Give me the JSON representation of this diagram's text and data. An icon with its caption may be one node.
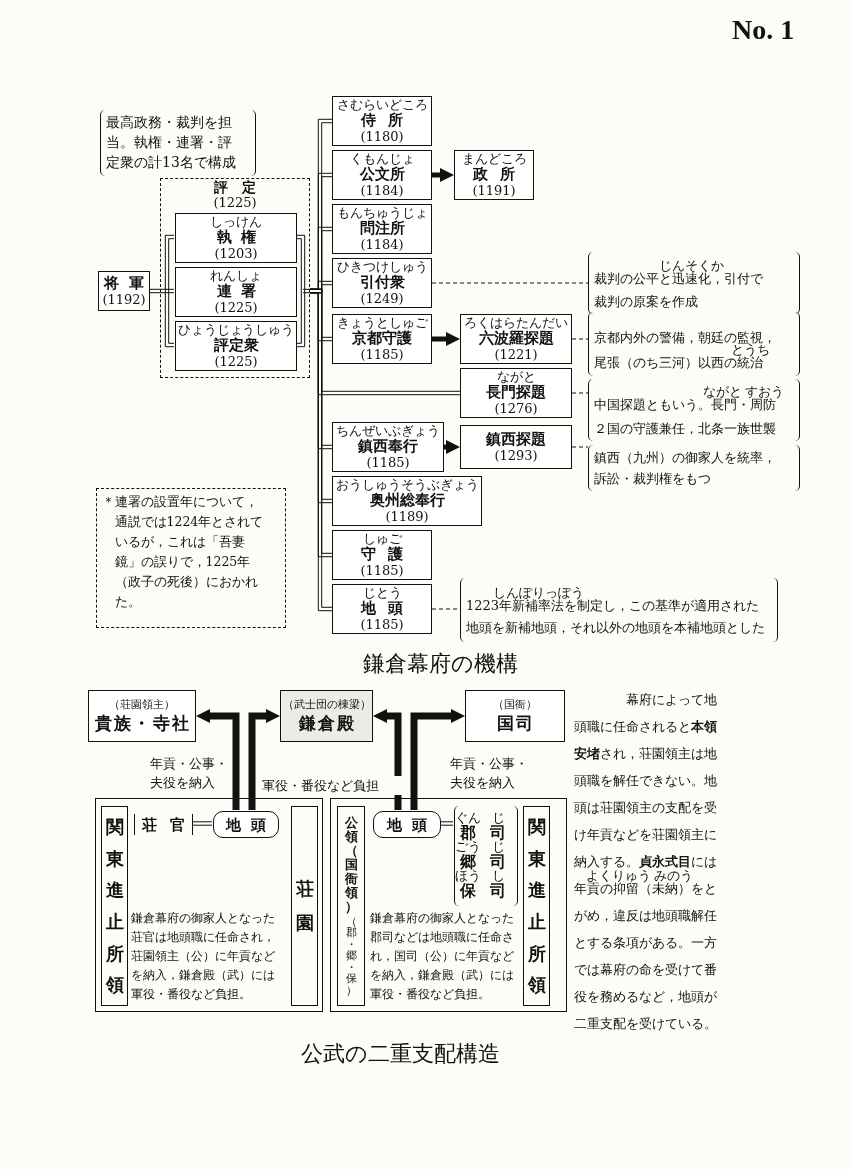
{
  "diagram": {
    "nodes": [
      {
        "text": [
          "最高政務・裁判を担当。執権・連署・評定衆の計13名で構成"
        ]
      },
      {
        "text": [
          "評定",
          "(1225)"
        ]
      },
      {
        "text": [
          "しっけん",
          "執権",
          "(1203)"
        ],
        "in": 1
      },
      {
        "text": [
          "れんしょ",
          "連署",
          "(1225)"
        ],
        "in": 1
      },
      {
        "text": [
          "ひょうじょうしゅう",
          "評定衆",
          "(1225)"
        ],
        "in": 1
      },
      {
        "text": [
          "将軍",
          "(1192)"
        ]
      },
      {
        "text": [
          "さむらいどころ",
          "侍所",
          "(1180)"
        ]
      },
      {
        "text": [
          "くもんじょ",
          "公文所",
          "(1184)"
        ]
      },
      {
        "text": [
          "まんどころ",
          "政所",
          "(1191)"
        ]
      },
      {
        "text": [
          "もんちゅうじょ",
          "問注所",
          "(1184)"
        ]
      },
      {
        "text": [
          "ひきつけしゅう",
          "引付衆",
          "(1249)"
        ]
      },
      {
        "text": [
          "じんそくか",
          "裁判の公平と迅速化，引付で裁判の原案を作成"
        ]
      },
      {
        "text": [
          "きょうとしゅご",
          "京都守護",
          "(1185)"
        ]
      },
      {
        "text": [
          "ろくはらたんだい",
          "六波羅探題",
          "(1221)"
        ]
      },
      {
        "text": [
          "京都内外の警備，朝廷の監視，尾張（のち三河）以西の統治",
          "とうち"
        ]
      },
      {
        "text": [
          "ながと",
          "長門探題",
          "(1276)"
        ]
      },
      {
        "text": [
          "ながと",
          "すおう",
          "中国探題ともいう。長門・周防２国の守護兼任，北条一族世襲"
        ]
      },
      {
        "text": [
          "ちんぜいぶぎょう",
          "鎮西奉行",
          "(1185)"
        ]
      },
      {
        "text": [
          "鎮西探題",
          "(1293)"
        ]
      },
      {
        "text": [
          "鎮西（九州）の御家人を統率，訴訟・裁判権をもつ"
        ]
      },
      {
        "text": [
          "おうしゅうそうぶぎょう",
          "奥州総奉行",
          "(1189)"
        ]
      },
      {
        "text": [
          "しゅご",
          "守護",
          "(1185)"
        ]
      },
      {
        "text": [
          "じとう",
          "地頭",
          "(1185)"
        ]
      },
      {
        "text": [
          "しんぽりっぽう",
          "1223年新補率法を制定し，この基準が適用された地頭を新補地頭，それ以外の地頭を本補地頭とした"
        ]
      },
      {
        "text": [
          "＊連署の設置年について，通説では1224年とされているが，これは「吾妻鏡」の誤りで，1225年（政子の死後）におかれた。"
        ]
      },
      {
        "text": [
          "（荘園領主）",
          "貴族・寺社"
        ]
      },
      {
        "text": [
          "（武士団の棟梁）",
          "鎌倉殿"
        ]
      },
      {
        "text": [
          "（国衙）",
          "国司"
        ]
      },
      {
        "text": [
          "鎌倉幕府の御家人となった荘官は地頭職に任命され，荘園領主（公）に年貢などを納入，鎌倉殿（武）には軍役・番役など負担。"
        ]
      },
      {
        "text": [
          "関東進止所領"
        ],
        "in": 28
      },
      {
        "text": [
          "荘官"
        ],
        "in": 28
      },
      {
        "text": [
          "地頭"
        ],
        "in": 28
      },
      {
        "text": [
          "荘園"
        ],
        "in": 28
      },
      {
        "text": [
          "鎌倉幕府の御家人となった郡司などは地頭職に任命され，国司（公）に年貢などを納入，鎌倉殿（武）には軍役・番役など負担。"
        ]
      },
      {
        "text": [
          "公領（国衙領）",
          "（郡・郷・保）"
        ],
        "in": 33
      },
      {
        "text": [
          "地頭"
        ],
        "in": 33
      },
      {
        "text": [
          "ぐん",
          "じ",
          "郡司",
          "ごう",
          "じ",
          "郷司",
          "ほう",
          "し",
          "保司"
        ],
        "in": 33
      },
      {
        "text": [
          "関東進止所領"
        ],
        "in": 33
      }
    ],
    "edges": [
      {
        "from": 5,
        "to": 1,
        "arrow": "none"
      },
      {
        "from": 1,
        "to": 6,
        "arrow": "none"
      },
      {
        "from": 1,
        "to": 7,
        "arrow": "none"
      },
      {
        "from": 7,
        "to": 8,
        "arrow": "to",
        "style": "thick"
      },
      {
        "from": 1,
        "to": 9,
        "arrow": "none"
      },
      {
        "from": 1,
        "to": 10,
        "arrow": "none"
      },
      {
        "from": 10,
        "to": 11,
        "arrow": "none",
        "style": "dashed"
      },
      {
        "from": 1,
        "to": 12,
        "arrow": "none"
      },
      {
        "from": 12,
        "to": 13,
        "arrow": "to",
        "style": "thick"
      },
      {
        "from": 13,
        "to": 14,
        "arrow": "none",
        "style": "dashed"
      },
      {
        "from": 1,
        "to": 15,
        "arrow": "none"
      },
      {
        "from": 15,
        "to": 16,
        "arrow": "none",
        "style": "dashed"
      },
      {
        "from": 1,
        "to": 17,
        "arrow": "none"
      },
      {
        "from": 17,
        "to": 18,
        "arrow": "to",
        "style": "thick"
      },
      {
        "from": 18,
        "to": 19,
        "arrow": "none",
        "style": "dashed"
      },
      {
        "from": 1,
        "to": 20,
        "arrow": "none"
      },
      {
        "from": 1,
        "to": 21,
        "arrow": "none"
      },
      {
        "from": 1,
        "to": 22,
        "arrow": "none"
      },
      {
        "from": 22,
        "to": 23,
        "arrow": "none",
        "style": "dashed"
      },
      {
        "from": 31,
        "to": 25,
        "arrow": "to",
        "style": "thick",
        "label": "年貢・公事・夫役を納入"
      },
      {
        "from": 31,
        "to": 26,
        "arrow": "to",
        "style": "thick",
        "label": "軍役・番役など負担"
      },
      {
        "from": 35,
        "to": 26,
        "arrow": "to",
        "style": "thick"
      },
      {
        "from": 35,
        "to": 27,
        "arrow": "to",
        "style": "thick",
        "label": "年貢・公事・夫役を納入"
      },
      {
        "from": 30,
        "to": 31,
        "arrow": "none"
      },
      {
        "from": 35,
        "to": 36,
        "arrow": "none"
      }
    ],
    "labels": [
      "No. 1",
      "鎌倉幕府の機構",
      "幕府によって地頭職に任命されると**本領安堵**され，荘園領主は地頭職を解任できない。地頭は荘園領主の支配を受け年貢などを荘園領主に納入する。**貞永式目**には年貢の抑留（未納）をとがめ，違反は地頭職解任とする条項がある。一方では幕府の命を受けて番役を務めるなど，地頭が二重支配を受けている。",
      "よくりゅう",
      "みのう",
      "公武の二重支配構造"
    ]
  }
}
